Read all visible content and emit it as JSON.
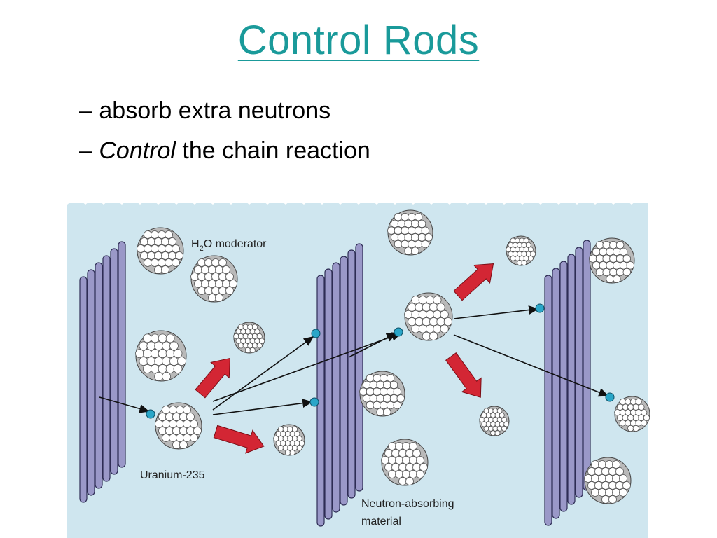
{
  "slide": {
    "title": "Control Rods",
    "bullets": [
      {
        "dash": "–",
        "text": "absorb extra neutrons"
      },
      {
        "dash": "–",
        "emph": "Control",
        "rest": " the chain reaction"
      }
    ]
  },
  "diagram": {
    "labels": {
      "moderator_prefix": "H",
      "moderator_sub": "2",
      "moderator_suffix": "O moderator",
      "uranium": "Uranium-235",
      "absorber_line1": "Neutron-absorbing",
      "absorber_line2": "material"
    },
    "colors": {
      "water": "#cfe6ef",
      "wave": "#ffffff",
      "rod_fill": "#9a98c8",
      "rod_stroke": "#2e2d55",
      "neutron": "#2aa6c8",
      "arrow_red": "#d32634",
      "nucleus_bead": "#ffffff",
      "nucleus_stroke": "#555555"
    }
  }
}
